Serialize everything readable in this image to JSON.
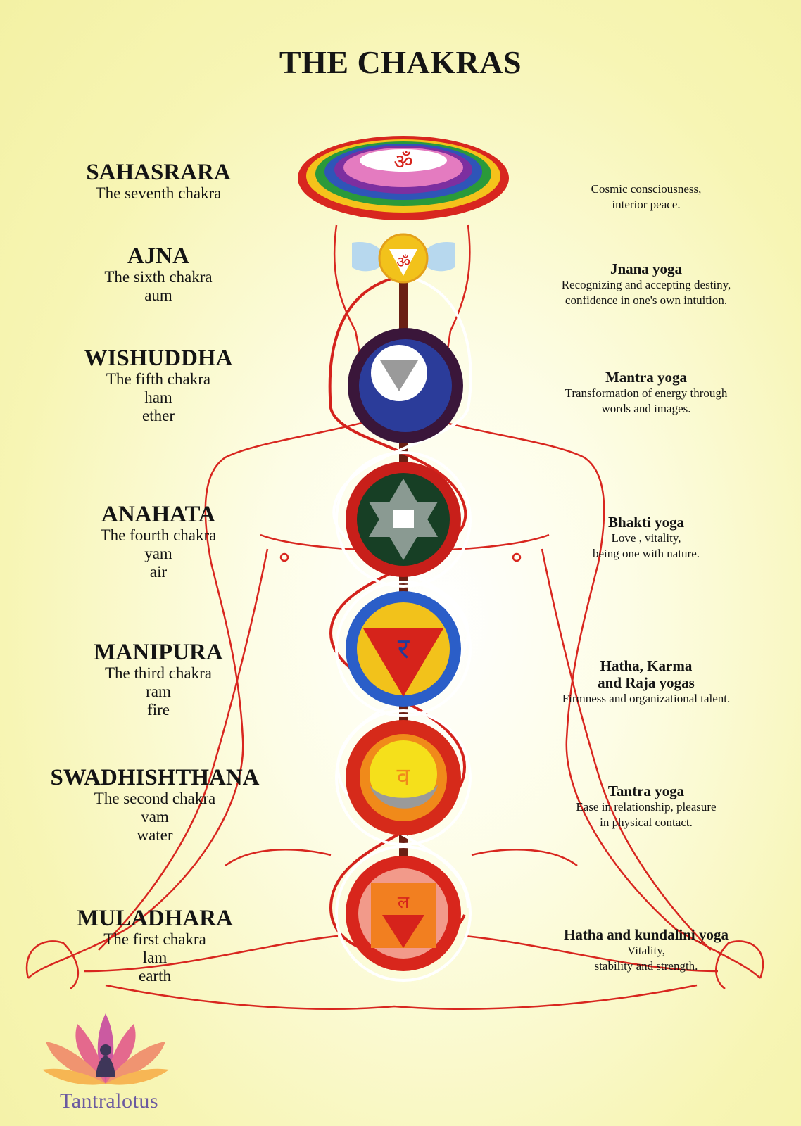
{
  "title": "THE CHAKRAS",
  "brand": "Tantralotus",
  "chakras": [
    {
      "name": "SAHASRARA",
      "lines": [
        "The seventh chakra"
      ],
      "right_heading": "",
      "right_lines": [
        "Cosmic consciousness,",
        "interior peace."
      ],
      "color": "#d7358d"
    },
    {
      "name": "AJNA",
      "lines": [
        "The sixth chakra",
        "aum"
      ],
      "right_heading": "Jnana yoga",
      "right_lines": [
        "Recognizing and accepting destiny,",
        "confidence in one's own intuition."
      ],
      "color": "#f2c21b"
    },
    {
      "name": "WISHUDDHA",
      "lines": [
        "The fifth chakra",
        "ham",
        "ether"
      ],
      "right_heading": "Mantra yoga",
      "right_lines": [
        "Transformation of energy through",
        "words and images."
      ],
      "color": "#2b3c9a"
    },
    {
      "name": "ANAHATA",
      "lines": [
        "The fourth chakra",
        "yam",
        "air"
      ],
      "right_heading": "Bhakti yoga",
      "right_lines": [
        "Love , vitality,",
        "being one with nature."
      ],
      "color": "#1c3f26"
    },
    {
      "name": "MANIPURA",
      "lines": [
        "The third chakra",
        "ram",
        "fire"
      ],
      "right_heading": "Hatha, Karma",
      "right_heading2": "and Raja yogas",
      "right_lines": [
        "Firmness and organizational talent."
      ],
      "color": "#2b5ec8"
    },
    {
      "name": "SWADHISHTHANA",
      "lines": [
        "The second chakra",
        "vam",
        "water"
      ],
      "right_heading": "Tantra yoga",
      "right_lines": [
        "Ease in relationship, pleasure",
        "in physical contact."
      ],
      "color": "#e8501c"
    },
    {
      "name": "MULADHARA",
      "lines": [
        "The first chakra",
        "lam",
        "earth"
      ],
      "right_heading": "Hatha and kundalini yoga",
      "right_lines": [
        "Vitality,",
        "stability and strength."
      ],
      "color": "#d8251c"
    }
  ]
}
